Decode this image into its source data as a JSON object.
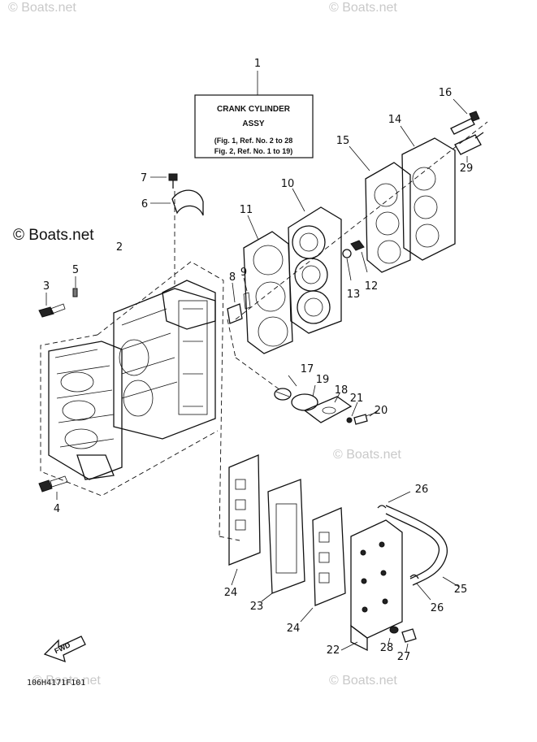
{
  "watermarks": {
    "top_left": "© Boats.net",
    "top_right": "© Boats.net",
    "middle_left": "© Boats.net",
    "middle_right": "© Boats.net",
    "bottom_left": "© Boats.net",
    "bottom_right": "© Boats.net"
  },
  "title_box": {
    "line1": "CRANK CYLINDER",
    "line2": "ASSY",
    "line3": "(Fig. 1, Ref. No. 2 to 28",
    "line4": "Fig. 2, Ref. No. 1 to 19)"
  },
  "callouts": [
    "1",
    "2",
    "3",
    "4",
    "5",
    "6",
    "7",
    "8",
    "9",
    "10",
    "11",
    "12",
    "13",
    "14",
    "15",
    "16",
    "17",
    "18",
    "19",
    "20",
    "21",
    "22",
    "23",
    "24",
    "24",
    "25",
    "26",
    "26",
    "27",
    "28",
    "29"
  ],
  "fwd_label": "FWD",
  "diagram_code": "106H4171F101"
}
